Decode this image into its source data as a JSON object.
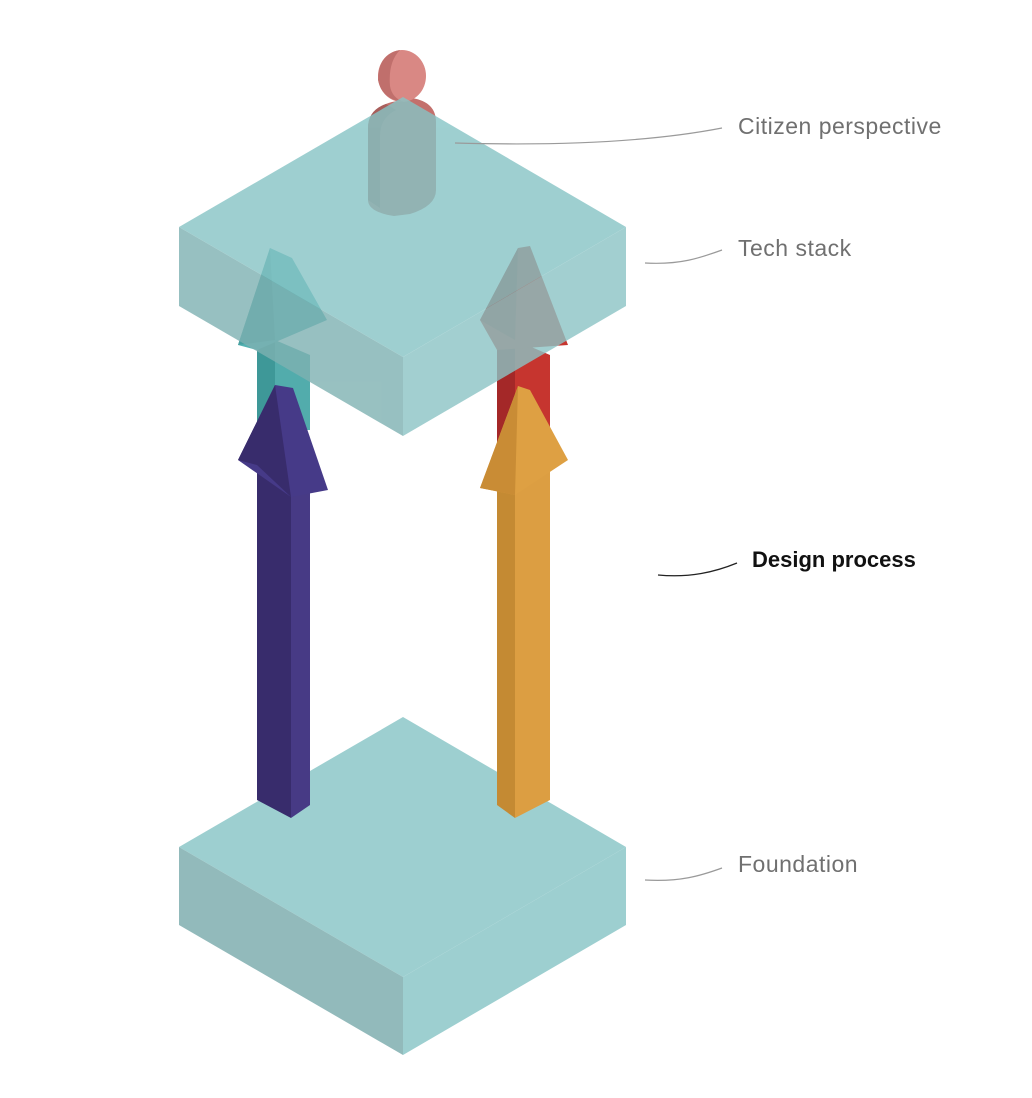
{
  "labels": {
    "citizen": "Citizen perspective",
    "tech": "Tech stack",
    "design": "Design process",
    "foundation": "Foundation"
  },
  "colors": {
    "slab": "#9dcfd0",
    "arrow_teal": "#4fa8a8",
    "arrow_red": "#c2312f",
    "arrow_purple": "#3f3378",
    "arrow_orange": "#d99a3d",
    "person": "#c97a76"
  }
}
